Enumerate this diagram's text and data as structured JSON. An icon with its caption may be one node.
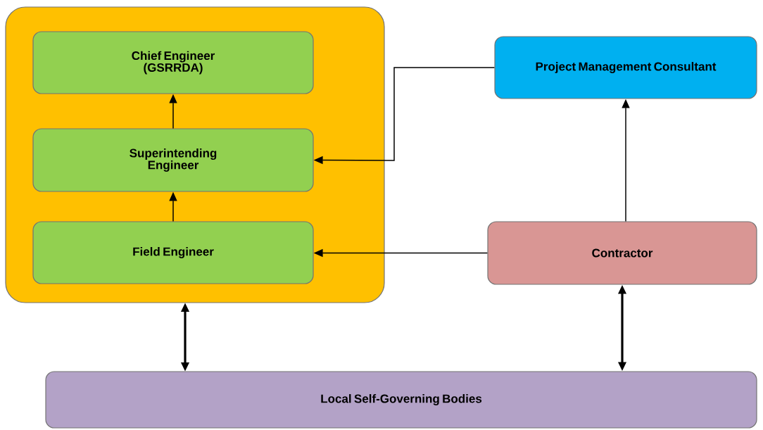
{
  "diagram": {
    "nodes": [
      {
        "text": [],
        "shape": "box"
      },
      {
        "text": [
          "Chief Engineer (GSRRDA)"
        ],
        "in": 0
      },
      {
        "text": [
          "Superintending Engineer"
        ],
        "in": 0
      },
      {
        "text": [
          "Field Engineer"
        ],
        "in": 0
      },
      {
        "text": [
          "Project Management Consultant"
        ]
      },
      {
        "text": [
          "Contractor"
        ]
      },
      {
        "text": [
          "Local Self-Governing Bodies"
        ]
      }
    ],
    "edges": [
      {
        "from": 2,
        "to": 1,
        "arrow": "to"
      },
      {
        "from": 3,
        "to": 2,
        "arrow": "to"
      },
      {
        "from": 4,
        "to": 2,
        "arrow": "to"
      },
      {
        "from": 5,
        "to": 3,
        "arrow": "to"
      },
      {
        "from": 5,
        "to": 4,
        "arrow": "to"
      },
      {
        "from": 0,
        "to": 6,
        "arrow": "both",
        "style": "thick"
      },
      {
        "from": 5,
        "to": 6,
        "arrow": "both",
        "style": "thick"
      }
    ]
  }
}
